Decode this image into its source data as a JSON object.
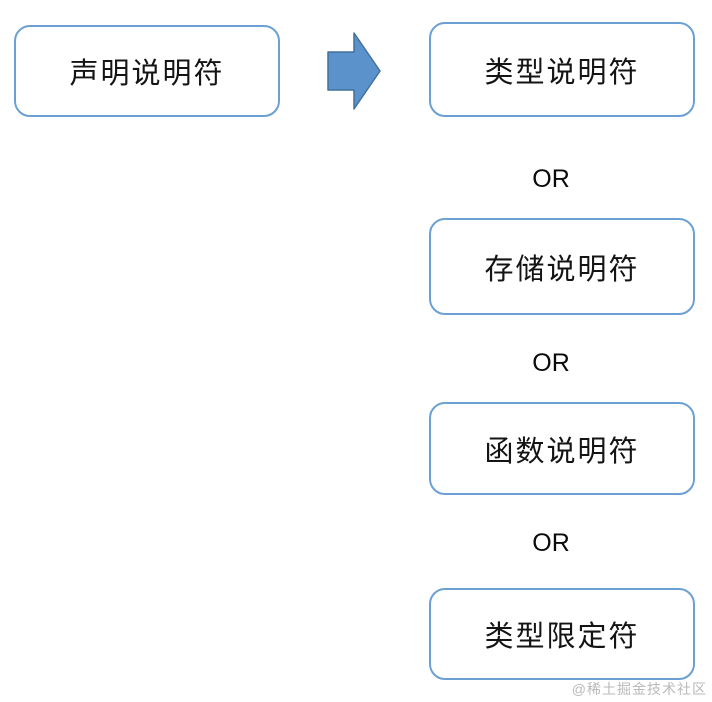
{
  "diagram": {
    "source_box": {
      "label": "声明说明符"
    },
    "arrow": {
      "direction": "right",
      "fill": "#5B92CC",
      "stroke": "#41719C"
    },
    "target_boxes": [
      {
        "label": "类型说明符"
      },
      {
        "label": "存储说明符"
      },
      {
        "label": "函数说明符"
      },
      {
        "label": "类型限定符"
      }
    ],
    "or_labels": [
      "OR",
      "OR",
      "OR"
    ],
    "colors": {
      "box_border": "#6CA0D4",
      "text": "#141414",
      "background": "#ffffff",
      "watermark": "#b9b9b9"
    },
    "watermark": "@稀土掘金技术社区"
  }
}
